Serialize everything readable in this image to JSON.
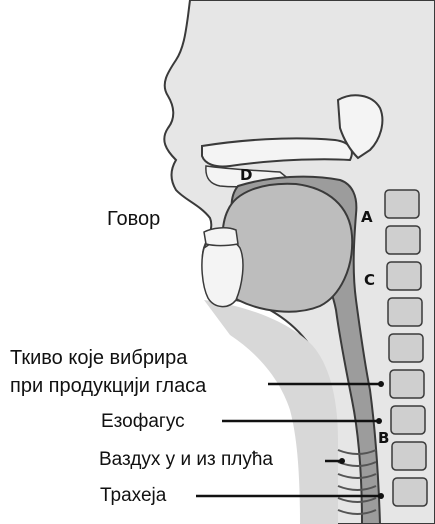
{
  "labels": {
    "speech": "Говор",
    "vibrating_tissue_line1": "Ткиво које вибрира",
    "vibrating_tissue_line2": "при продукцији гласа",
    "esophagus": "Езофагус",
    "air": "Ваздух у и из плућа",
    "trachea": "Трахеја"
  },
  "letters": {
    "a": "A",
    "b": "B",
    "c": "C",
    "d": "D"
  },
  "colors": {
    "skin": "#e6e6e6",
    "tissue": "#c9c9c9",
    "cavity": "#9c9c9c",
    "outline": "#3a3a3a",
    "bone": "#f4f4f4"
  }
}
